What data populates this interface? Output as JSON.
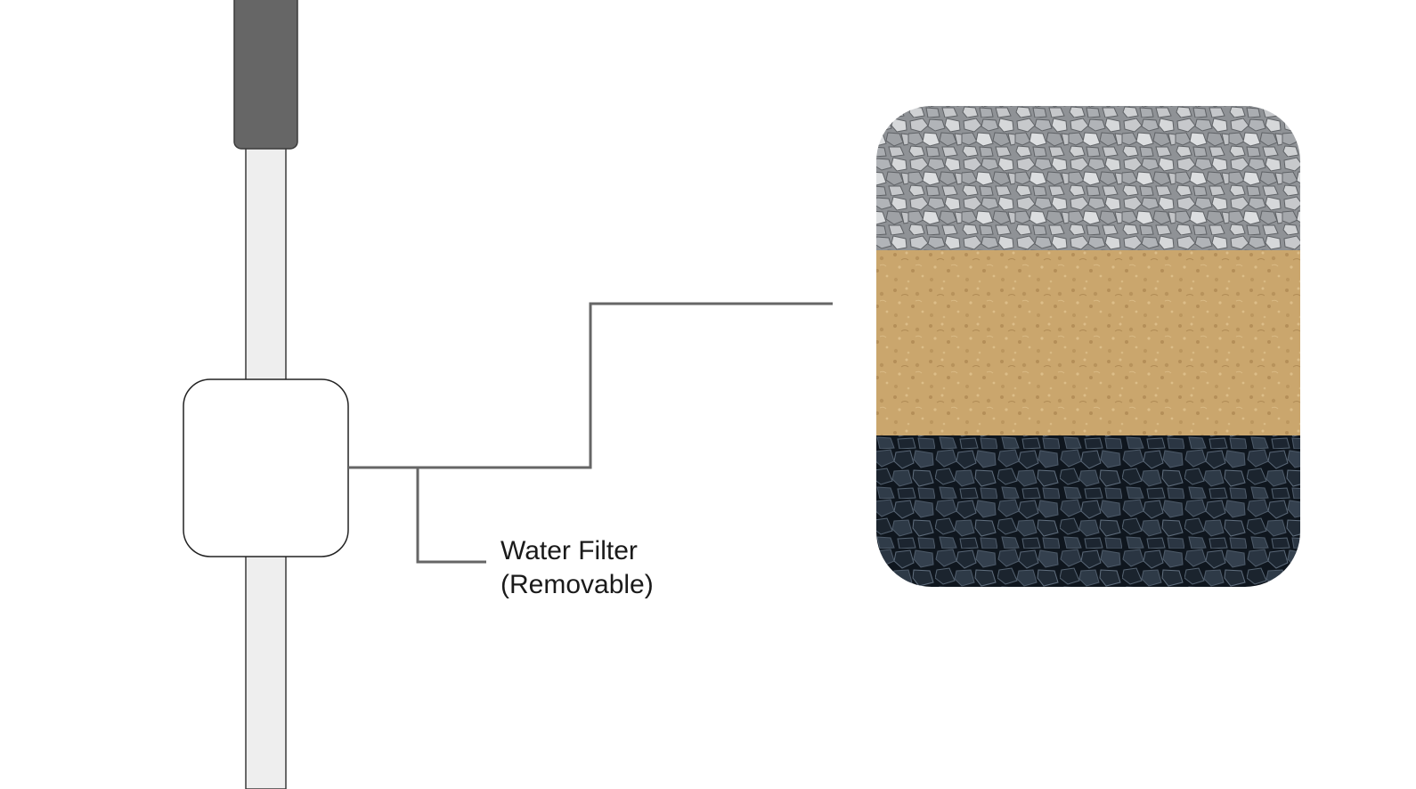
{
  "diagram": {
    "filter_label": {
      "line1": "Water Filter",
      "line2": "(Removable)"
    },
    "filter_layers": [
      {
        "name": "gravel",
        "color": "#a8a8a8"
      },
      {
        "name": "sand",
        "color": "#c9a66e"
      },
      {
        "name": "charcoal",
        "color": "#1a2430"
      }
    ],
    "colors": {
      "pipe_fill": "#eeeeee",
      "pipe_stroke": "#3a3a3a",
      "cap_fill": "#666666",
      "leader_line": "#666666"
    }
  }
}
